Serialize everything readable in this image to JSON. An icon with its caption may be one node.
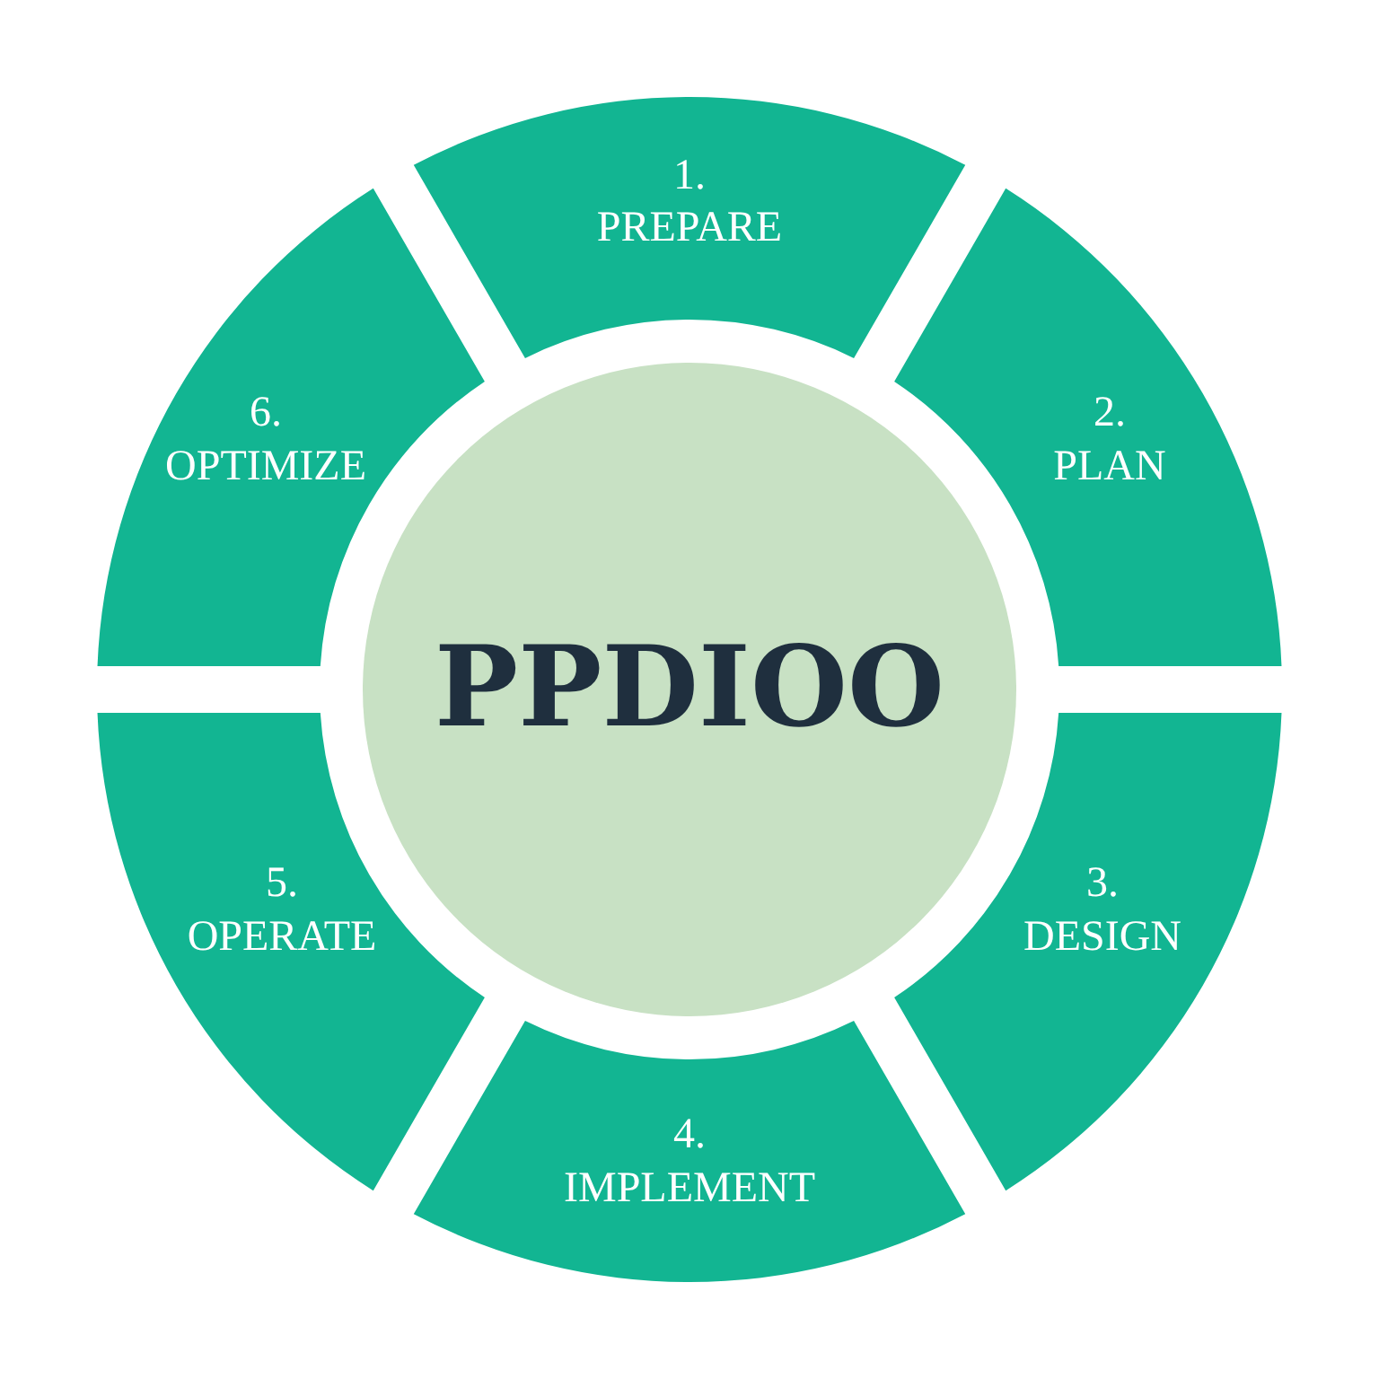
{
  "diagram": {
    "nodes": [
      {
        "text": [
          "1.",
          "PREPARE"
        ]
      },
      {
        "text": [
          "2.",
          "PLAN"
        ]
      },
      {
        "text": [
          "3.",
          "DESIGN"
        ]
      },
      {
        "text": [
          "4.",
          "IMPLEMENT"
        ]
      },
      {
        "text": [
          "5.",
          "OPERATE"
        ]
      },
      {
        "text": [
          "6.",
          "OPTIMIZE"
        ]
      },
      {
        "text": [
          "PPDIOO"
        ]
      }
    ]
  }
}
